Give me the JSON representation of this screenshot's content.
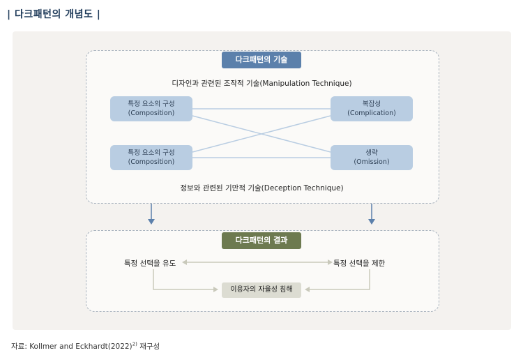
{
  "title": "| 다크패턴의 개념도 |",
  "top_section": {
    "label": "다크패턴의 기술",
    "manipulation_caption": "디자인과 관련된 조작적 기술(Manipulation Technique)",
    "deception_caption": "정보와 관련된 기만적 기술(Deception Technique)",
    "nodes": [
      {
        "ko": "특정 요소의 구성",
        "en": "(Composition)"
      },
      {
        "ko": "복잡성",
        "en": "(Complication)"
      },
      {
        "ko": "특정 요소의 구성",
        "en": "(Composition)"
      },
      {
        "ko": "생략",
        "en": "(Omission)"
      }
    ]
  },
  "bottom_section": {
    "label": "다크패턴의 결과",
    "left_outcome": "특정 선택을 유도",
    "right_outcome": "특정 선택을 제한",
    "result": "이용자의 자율성 침해"
  },
  "source": {
    "text": "자료: Kollmer and Eckhardt(2022)",
    "footnote": "2)",
    "suffix": " 재구성"
  },
  "colors": {
    "title": "#1f3b5a",
    "top_pill": "#5b80ab",
    "bottom_pill": "#6d7a50",
    "node": "#b9cde2",
    "result_box": "#dcdcd2"
  }
}
